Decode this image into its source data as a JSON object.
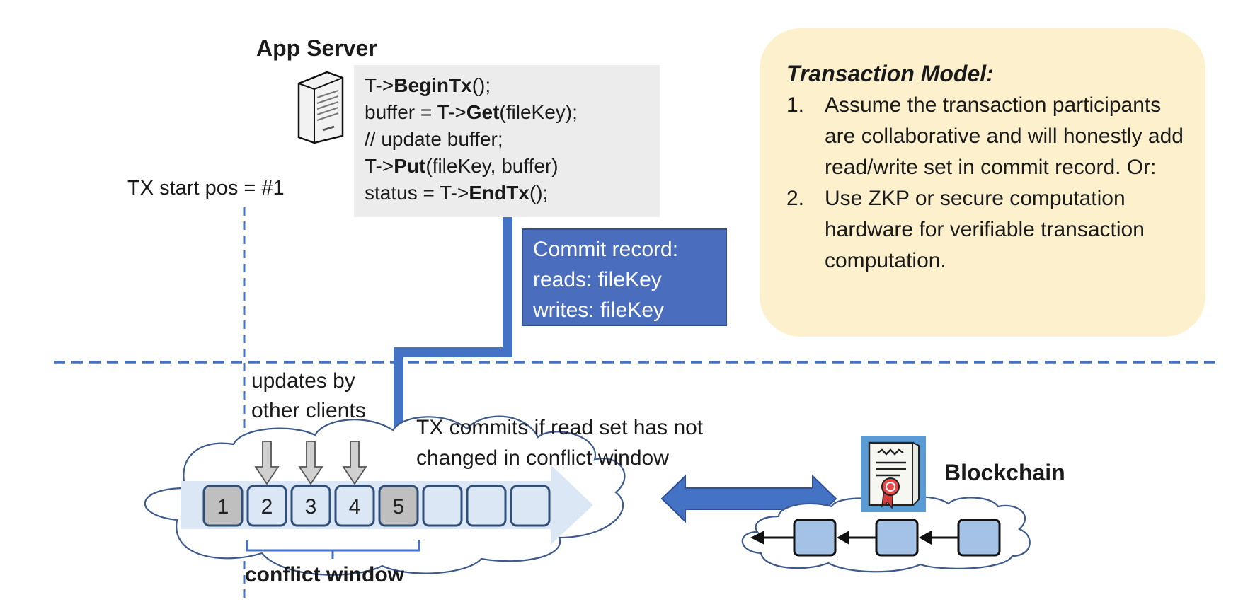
{
  "app_server": {
    "title": "App Server",
    "code_lines": [
      {
        "pre": "T->",
        "bold": "BeginTx",
        "post": "();"
      },
      {
        "pre": "buffer = T->",
        "bold": "Get",
        "post": "(fileKey);"
      },
      {
        "pre": "// update buffer;",
        "bold": "",
        "post": ""
      },
      {
        "pre": "T->",
        "bold": "Put",
        "post": "(fileKey, buffer)"
      },
      {
        "pre": "status = T->",
        "bold": "EndTx",
        "post": "();"
      }
    ]
  },
  "tx_start": "TX start pos = #1",
  "commit_record": {
    "lines": [
      "Commit record:",
      "reads: fileKey",
      "writes: fileKey"
    ]
  },
  "transaction_model": {
    "title": "Transaction Model:",
    "items": [
      {
        "num": "1.",
        "text": "Assume the transaction participants are collaborative and will honestly add read/write set in commit record.  Or:"
      },
      {
        "num": "2.",
        "text": "Use ZKP or secure computation hardware for verifiable transaction computation."
      }
    ]
  },
  "updates_label": [
    "updates by",
    "other clients"
  ],
  "tx_commits_label": [
    "TX commits if read set has not",
    "changed in conflict window"
  ],
  "log_cells": [
    {
      "label": "1",
      "state": "grey"
    },
    {
      "label": "2",
      "state": "light"
    },
    {
      "label": "3",
      "state": "light"
    },
    {
      "label": "4",
      "state": "light"
    },
    {
      "label": "5",
      "state": "grey"
    },
    {
      "label": "",
      "state": "light"
    },
    {
      "label": "",
      "state": "light"
    },
    {
      "label": "",
      "state": "light"
    }
  ],
  "conflict_window_label": "conflict window",
  "blockchain_label": "Blockchain",
  "colors": {
    "accent_blue": "#4472c4",
    "commit_box": "#4a6ebd",
    "model_bg": "#fdf0cc",
    "code_bg": "#ececec",
    "cell_grey": "#bfbfbf",
    "cell_light": "#dce7f6",
    "cloud_stroke": "#3d5a8a",
    "chain_block": "#a4c2e6"
  }
}
